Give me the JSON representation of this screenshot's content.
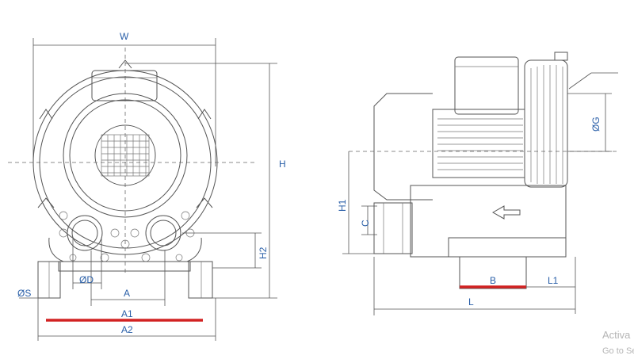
{
  "front_view": {
    "labels": {
      "W": "W",
      "H": "H",
      "H2": "H2",
      "D": "ØD",
      "S": "ØS",
      "A": "A",
      "A1": "A1",
      "A2": "A2"
    }
  },
  "side_view": {
    "labels": {
      "G": "ØG",
      "H1": "H1",
      "C": "C",
      "B": "B",
      "L1": "L1",
      "L": "L"
    }
  },
  "highlight_color": "#d22222",
  "label_color": "#2a5fa8",
  "watermark": {
    "line1": "Activa",
    "line2": "Go to Se"
  }
}
